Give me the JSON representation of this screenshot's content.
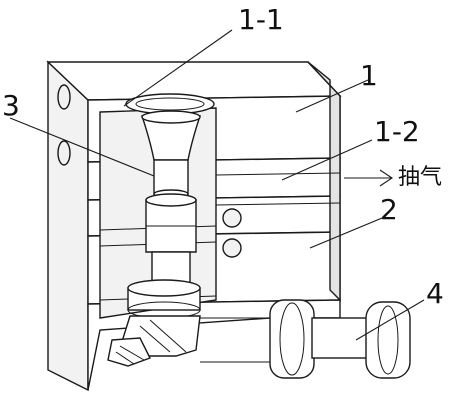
{
  "figure": {
    "labels": {
      "part_1_1": "1-1",
      "part_1": "1",
      "part_3": "3",
      "part_1_2": "1-2",
      "suction": "抽气",
      "part_2": "2",
      "part_4": "4"
    }
  }
}
